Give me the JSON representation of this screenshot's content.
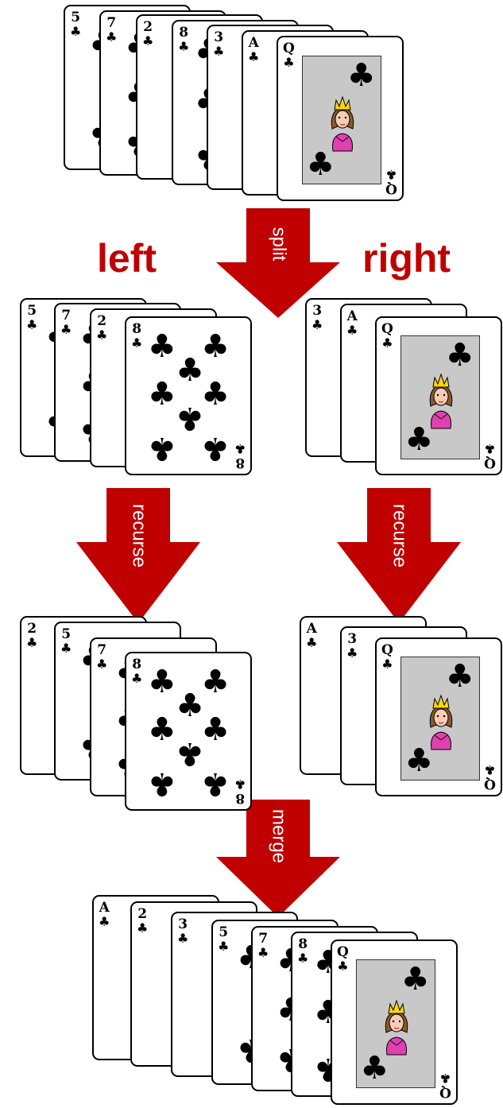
{
  "labels": {
    "left": "left",
    "right": "right"
  },
  "arrows": {
    "split": "split",
    "recurse_left": "recurse",
    "recurse_right": "recurse",
    "merge": "merge"
  },
  "suit": "♣",
  "colors": {
    "arrow": "#c00000",
    "label": "#c00000",
    "face_bg": "#c8c8c8",
    "queen_dress": "#e040b0",
    "crown": "#ffd700"
  },
  "groups": {
    "top": [
      "5",
      "7",
      "2",
      "8",
      "3",
      "A",
      "Q"
    ],
    "split_left": [
      "5",
      "7",
      "2",
      "8"
    ],
    "split_right": [
      "3",
      "A",
      "Q"
    ],
    "sorted_left": [
      "2",
      "5",
      "7",
      "8"
    ],
    "sorted_right": [
      "A",
      "3",
      "Q"
    ],
    "merged": [
      "A",
      "2",
      "3",
      "5",
      "7",
      "8",
      "Q"
    ]
  }
}
